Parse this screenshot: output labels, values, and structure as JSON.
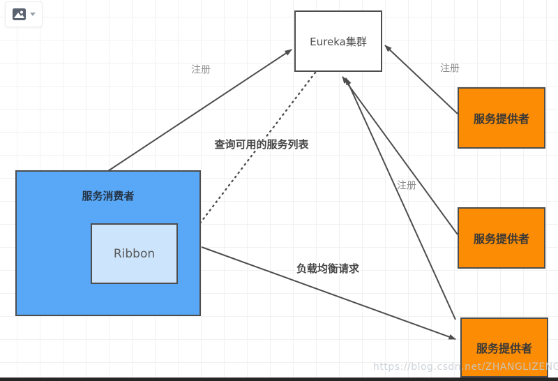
{
  "toolbar": {
    "image_button": {
      "icon": "image-icon",
      "caret_icon": "chevron-down-icon"
    }
  },
  "diagram": {
    "nodes": [
      {
        "id": "eureka",
        "label": "Eureka集群",
        "fill": "#ffffff"
      },
      {
        "id": "provider1",
        "label": "服务提供者",
        "fill": "#fb8c04"
      },
      {
        "id": "provider2",
        "label": "服务提供者",
        "fill": "#fb8c04"
      },
      {
        "id": "provider3",
        "label": "服务提供者",
        "fill": "#fb8c04"
      },
      {
        "id": "consumer",
        "label": "服务消费者",
        "fill": "#59a8f7"
      },
      {
        "id": "ribbon",
        "label": "Ribbon",
        "fill": "#cce4fc"
      }
    ],
    "edges": [
      {
        "from": "consumer",
        "to": "eureka",
        "label": "注册",
        "style": "solid"
      },
      {
        "from": "provider1",
        "to": "eureka",
        "label": "注册",
        "style": "solid"
      },
      {
        "from": "provider2",
        "to": "eureka",
        "label": "注册",
        "style": "solid"
      },
      {
        "from": "provider3",
        "to": "eureka",
        "label": "",
        "style": "solid"
      },
      {
        "from": "eureka",
        "to": "ribbon",
        "label": "查询可用的服务列表",
        "style": "dotted"
      },
      {
        "from": "consumer",
        "to": "provider3",
        "label": "负载均衡请求",
        "style": "solid"
      }
    ],
    "colors": {
      "border": "#4d4d4d",
      "arrow": "#4d4d4d",
      "orange": "#fb8c04",
      "blue": "#59a8f7",
      "light_blue": "#cce4fc",
      "grid": "#f1f1f1"
    }
  },
  "watermark": "https://blog.csdn.net/ZHANGLIZENG"
}
